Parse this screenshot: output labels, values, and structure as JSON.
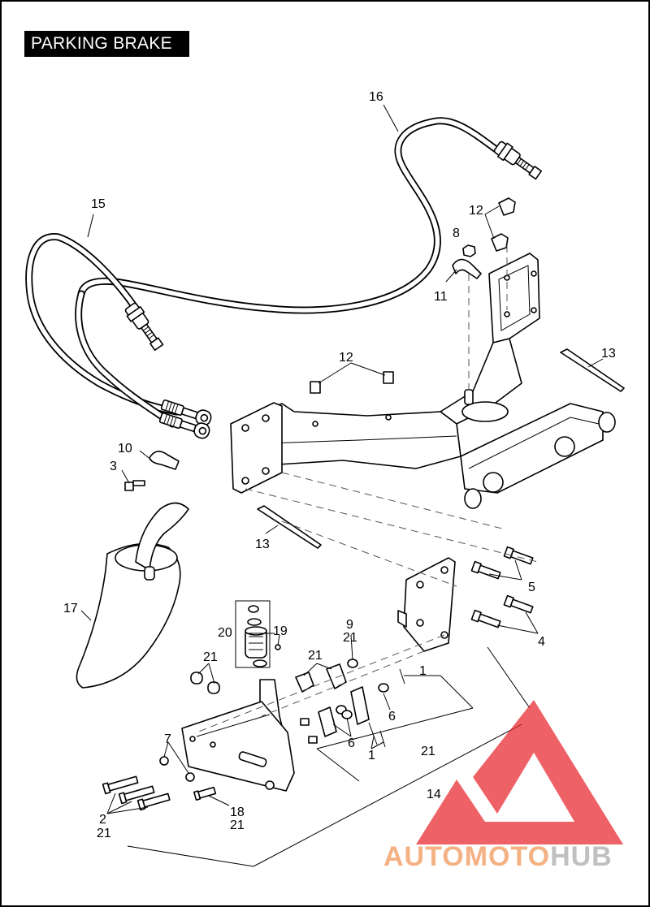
{
  "title": "PARKING BRAKE",
  "colors": {
    "ink": "#000000",
    "background": "#ffffff",
    "watermark_red": "#e8262b",
    "watermark_orange": "#f4b183",
    "watermark_gray": "#c0c0c0"
  },
  "callouts": {
    "c16": "16",
    "c15": "15",
    "c12_top": "12",
    "c8": "8",
    "c11": "11",
    "c12_mid": "12",
    "c13_right": "13",
    "c10": "10",
    "c3": "3",
    "c13_left": "13",
    "c5": "5",
    "c17": "17",
    "c9": "9",
    "c21_a": "21",
    "c20": "20",
    "c19": "19",
    "c21_b": "21",
    "c21_c": "21",
    "c1_top": "1",
    "c4": "4",
    "c6_right": "6",
    "c6_mid": "6",
    "c7": "7",
    "c1_bottom": "1",
    "c21_d": "21",
    "c14": "14",
    "c18": "18",
    "c21_e": "21",
    "c2": "2",
    "c21_f": "21"
  },
  "watermark": {
    "word_orange": "AUTOMOTO",
    "word_gray": "HUB"
  }
}
